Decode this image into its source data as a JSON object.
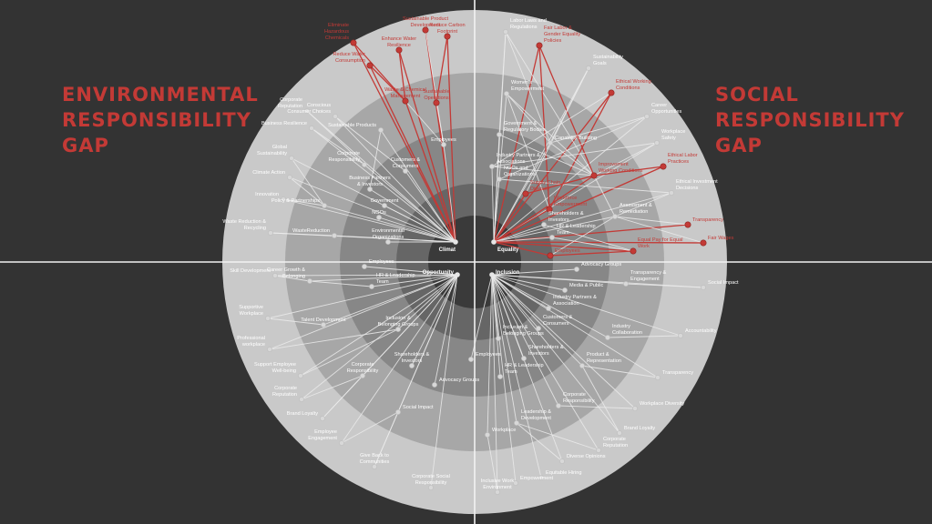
{
  "titles": {
    "environmental": "ENVIRONMENTAL\nRESPONSIBILITY\nGAP",
    "social": "SOCIAL\nRESPONSIBILITY\nGAP"
  },
  "colors": {
    "background": "#333333",
    "ring_outer": "#c9c9c9",
    "ring_2": "#a7a7a7",
    "ring_3": "#878787",
    "ring_4": "#666666",
    "core": "#3a3a3a",
    "accent": "#c33a36",
    "line": "#ececec",
    "axis": "#f2f2f2"
  },
  "quadrants": {
    "top_left": {
      "hub": "Climat",
      "nodes": [
        {
          "id": "tl-1",
          "label": "Eliminate\nHazardous\nChemicals",
          "highlight": true
        },
        {
          "id": "tl-2",
          "label": "Enhance Water\nResilience",
          "highlight": true
        },
        {
          "id": "tl-3",
          "label": "Sustainable Product\nDevelopment",
          "highlight": true
        },
        {
          "id": "tl-4",
          "label": "Reduce Carbon\nFootprint",
          "highlight": true
        },
        {
          "id": "tl-5",
          "label": "Reduce Water\nConsumption",
          "highlight": true
        },
        {
          "id": "tl-6",
          "label": "Waste & Chemical\nManagement",
          "highlight": true
        },
        {
          "id": "tl-7",
          "label": "Sustainable\nOperations",
          "highlight": true
        },
        {
          "id": "tl-8",
          "label": "Conscious\nConsumer Choices",
          "highlight": false
        },
        {
          "id": "tl-9",
          "label": "Corporate\nReputation",
          "highlight": false
        },
        {
          "id": "tl-10",
          "label": "Business Resilience",
          "highlight": false
        },
        {
          "id": "tl-11",
          "label": "Sustainable Products",
          "highlight": false
        },
        {
          "id": "tl-12",
          "label": "Employees",
          "highlight": false
        },
        {
          "id": "tl-13",
          "label": "Global\nSustainability",
          "highlight": false
        },
        {
          "id": "tl-14",
          "label": "Corporate\nResponsibility",
          "highlight": false
        },
        {
          "id": "tl-15",
          "label": "Customers &\nConsumers",
          "highlight": false
        },
        {
          "id": "tl-16",
          "label": "Climate Action",
          "highlight": false
        },
        {
          "id": "tl-17",
          "label": "Business Partners\n& Investors",
          "highlight": false
        },
        {
          "id": "tl-18",
          "label": "Innovation",
          "highlight": false
        },
        {
          "id": "tl-19",
          "label": "Policy & Partnerships",
          "highlight": false
        },
        {
          "id": "tl-20",
          "label": "Government",
          "highlight": false
        },
        {
          "id": "tl-21",
          "label": "NGOs",
          "highlight": false
        },
        {
          "id": "tl-22",
          "label": "Waste Reduction &\nRecycling",
          "highlight": false
        },
        {
          "id": "tl-23",
          "label": "WasteReduction",
          "highlight": false
        },
        {
          "id": "tl-24",
          "label": "Environmental\nOrganizations",
          "highlight": false
        }
      ]
    },
    "top_right": {
      "hub": "Equality",
      "nodes": [
        {
          "id": "tr-1",
          "label": "Labor Laws and\nRegulations",
          "highlight": false
        },
        {
          "id": "tr-2",
          "label": "Fair Labor &\nGender Equality\nPolicies",
          "highlight": true
        },
        {
          "id": "tr-3",
          "label": "Sustainability\nGoals",
          "highlight": false
        },
        {
          "id": "tr-4",
          "label": "Women's\nEmpowerment",
          "highlight": false
        },
        {
          "id": "tr-5",
          "label": "Ethical Working\nConditions",
          "highlight": true
        },
        {
          "id": "tr-6",
          "label": "Career\nOpportunities",
          "highlight": false
        },
        {
          "id": "tr-7",
          "label": "Government &\nRegulatory Bodies",
          "highlight": false
        },
        {
          "id": "tr-8",
          "label": "Capability Building",
          "highlight": false
        },
        {
          "id": "tr-9",
          "label": "Workplace\nSafety",
          "highlight": false
        },
        {
          "id": "tr-10",
          "label": "Industry Partners &\nAssociations",
          "highlight": false
        },
        {
          "id": "tr-11",
          "label": "Ethical Labor\nPractices",
          "highlight": true
        },
        {
          "id": "tr-12",
          "label": "NGOs and\nOrganizations",
          "highlight": false
        },
        {
          "id": "tr-13",
          "label": "Improvement\nWorking Conditions",
          "highlight": true
        },
        {
          "id": "tr-14",
          "label": "Ethical Investment\nDecisions",
          "highlight": false
        },
        {
          "id": "tr-15",
          "label": "Supply Chain\nDiversity",
          "highlight": true
        },
        {
          "id": "tr-16",
          "label": "Workforce\nEmpowerment",
          "highlight": true
        },
        {
          "id": "tr-17",
          "label": "Assessment &\nRemediation",
          "highlight": false
        },
        {
          "id": "tr-18",
          "label": "Shareholders &\nInvestors",
          "highlight": false
        },
        {
          "id": "tr-19",
          "label": "Transparency",
          "highlight": true
        },
        {
          "id": "tr-20",
          "label": "HR & Leadership\nTeam",
          "highlight": false
        },
        {
          "id": "tr-21",
          "label": "Fair Wages",
          "highlight": true
        },
        {
          "id": "tr-22",
          "label": "Equal Pay for Equal\nWork",
          "highlight": true
        },
        {
          "id": "tr-23",
          "label": "Employees",
          "highlight": true
        }
      ]
    },
    "bottom_left": {
      "hub": "Opportunity",
      "nodes": [
        {
          "id": "bl-1",
          "label": "Employees",
          "highlight": false
        },
        {
          "id": "bl-2",
          "label": "Skill Development",
          "highlight": false
        },
        {
          "id": "bl-3",
          "label": "Career Growth &\nBelonging",
          "highlight": false
        },
        {
          "id": "bl-4",
          "label": "HR & Leadership\nTeam",
          "highlight": false
        },
        {
          "id": "bl-5",
          "label": "Supportive\nWorkplace",
          "highlight": false
        },
        {
          "id": "bl-6",
          "label": "Talent Development",
          "highlight": false
        },
        {
          "id": "bl-7",
          "label": "Inclusion &\nBelonging Groups",
          "highlight": false
        },
        {
          "id": "bl-8",
          "label": "Professional\nworkplace",
          "highlight": false
        },
        {
          "id": "bl-9",
          "label": "Support Employee\nWell-being",
          "highlight": false
        },
        {
          "id": "bl-10",
          "label": "Shareholders &\nInvestors",
          "highlight": false
        },
        {
          "id": "bl-11",
          "label": "Corporate\nResponsibility",
          "highlight": false
        },
        {
          "id": "bl-12",
          "label": "Corporate\nReputation",
          "highlight": false
        },
        {
          "id": "bl-13",
          "label": "Advocacy Groups",
          "highlight": false
        },
        {
          "id": "bl-14",
          "label": "Brand Loyalty",
          "highlight": false
        },
        {
          "id": "bl-15",
          "label": "Social Impact",
          "highlight": false
        },
        {
          "id": "bl-16",
          "label": "Employee\nEngagement",
          "highlight": false
        },
        {
          "id": "bl-17",
          "label": "Give Back to\nCommunities",
          "highlight": false
        },
        {
          "id": "bl-18",
          "label": "Corporate Social\nResponsibility",
          "highlight": false
        }
      ]
    },
    "bottom_right": {
      "hub": "Inclusion",
      "nodes": [
        {
          "id": "br-1",
          "label": "Advocacy Groups",
          "highlight": false
        },
        {
          "id": "br-2",
          "label": "Transparency &\nEngagement",
          "highlight": false
        },
        {
          "id": "br-3",
          "label": "Social Impact",
          "highlight": false
        },
        {
          "id": "br-4",
          "label": "Media & Public",
          "highlight": false
        },
        {
          "id": "br-5",
          "label": "Industry Partners &\nAssociation",
          "highlight": false
        },
        {
          "id": "br-6",
          "label": "Customers &\nConsumers",
          "highlight": false
        },
        {
          "id": "br-7",
          "label": "Industry\nCollaboration",
          "highlight": false
        },
        {
          "id": "br-8",
          "label": "Accountability",
          "highlight": false
        },
        {
          "id": "br-9",
          "label": "Inclusion &\nBelonging Groups",
          "highlight": false
        },
        {
          "id": "br-10",
          "label": "Shareholders &\nInvestors",
          "highlight": false
        },
        {
          "id": "br-11",
          "label": "Employees",
          "highlight": false
        },
        {
          "id": "br-12",
          "label": "Product &\nRepresentation",
          "highlight": false
        },
        {
          "id": "br-13",
          "label": "Transparency",
          "highlight": false
        },
        {
          "id": "br-14",
          "label": "HR & Leadership\nTeam",
          "highlight": false
        },
        {
          "id": "br-15",
          "label": "Corporate\nResponsibility",
          "highlight": false
        },
        {
          "id": "br-16",
          "label": "Workplace Diversity",
          "highlight": false
        },
        {
          "id": "br-17",
          "label": "Leadership &\nDevelopment",
          "highlight": false
        },
        {
          "id": "br-18",
          "label": "Brand Loyalty",
          "highlight": false
        },
        {
          "id": "br-19",
          "label": "Workplace",
          "highlight": false
        },
        {
          "id": "br-20",
          "label": "Corporate\nReputation",
          "highlight": false
        },
        {
          "id": "br-21",
          "label": "Diverse Opinions",
          "highlight": false
        },
        {
          "id": "br-22",
          "label": "Equitable Hiring",
          "highlight": false
        },
        {
          "id": "br-23",
          "label": "Empowerment",
          "highlight": false
        },
        {
          "id": "br-24",
          "label": "Inclusive Work\nEnvironment",
          "highlight": false
        }
      ]
    }
  }
}
